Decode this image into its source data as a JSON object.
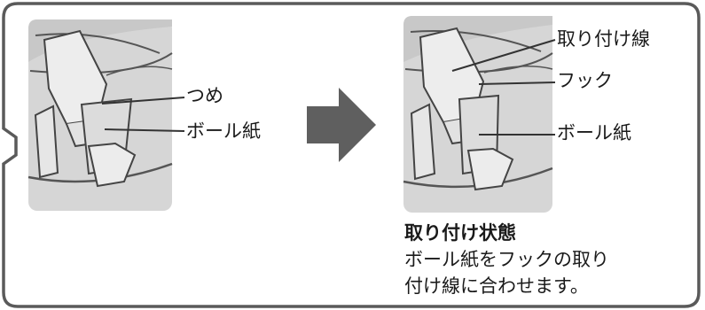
{
  "left_diagram": {
    "labels": {
      "claw": "つめ",
      "cardboard": "ボール紙"
    }
  },
  "right_diagram": {
    "labels": {
      "mounting_line": "取り付け線",
      "hook": "フック",
      "cardboard": "ボール紙"
    }
  },
  "caption": {
    "title": "取り付け状態",
    "line1": "ボール紙をフックの取り",
    "line2": "付け線に合わせます。"
  },
  "colors": {
    "frame": "#5a5a5a",
    "photo_bg": "#d4d4d4",
    "arrow": "#5f5f5f"
  }
}
